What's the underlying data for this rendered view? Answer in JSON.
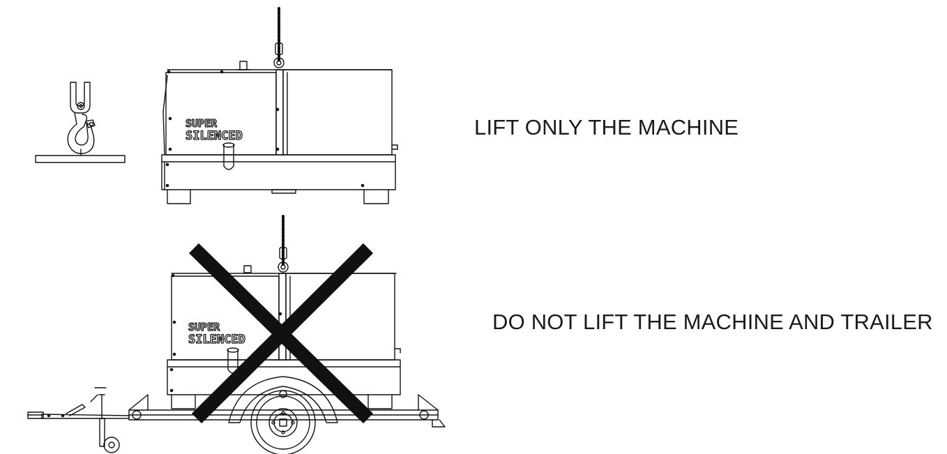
{
  "captions": {
    "allowed": "LIFT ONLY THE MACHINE",
    "forbidden": "DO NOT LIFT THE MACHINE AND TRAILER"
  },
  "machine_label": {
    "line1": "SUPER",
    "line2": "SILENCED"
  },
  "colors": {
    "line": "#111111",
    "cross": "#111111",
    "background": "#ffffff"
  },
  "icons": {
    "hook": "crane-hook-icon",
    "prohibited": "cross-mark-icon"
  }
}
